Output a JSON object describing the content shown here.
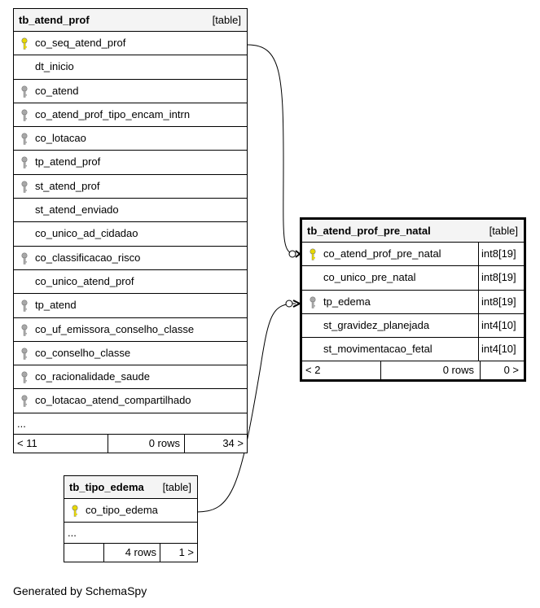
{
  "tables": {
    "tb_atend_prof": {
      "name": "tb_atend_prof",
      "kind": "[table]",
      "columns": [
        {
          "name": "co_seq_atend_prof",
          "key": "primary"
        },
        {
          "name": "dt_inicio",
          "key": "none"
        },
        {
          "name": "co_atend",
          "key": "foreign"
        },
        {
          "name": "co_atend_prof_tipo_encam_intrn",
          "key": "foreign"
        },
        {
          "name": "co_lotacao",
          "key": "foreign"
        },
        {
          "name": "tp_atend_prof",
          "key": "foreign"
        },
        {
          "name": "st_atend_prof",
          "key": "foreign"
        },
        {
          "name": "st_atend_enviado",
          "key": "none"
        },
        {
          "name": "co_unico_ad_cidadao",
          "key": "none"
        },
        {
          "name": "co_classificacao_risco",
          "key": "foreign"
        },
        {
          "name": "co_unico_atend_prof",
          "key": "none"
        },
        {
          "name": "tp_atend",
          "key": "foreign"
        },
        {
          "name": "co_uf_emissora_conselho_classe",
          "key": "foreign"
        },
        {
          "name": "co_conselho_classe",
          "key": "foreign"
        },
        {
          "name": "co_racionalidade_saude",
          "key": "foreign"
        },
        {
          "name": "co_lotacao_atend_compartilhado",
          "key": "foreign"
        }
      ],
      "ellipsis": "...",
      "footer": {
        "parents": "< 11",
        "rows": "0 rows",
        "children": "34 >"
      }
    },
    "tb_atend_prof_pre_natal": {
      "name": "tb_atend_prof_pre_natal",
      "kind": "[table]",
      "columns": [
        {
          "name": "co_atend_prof_pre_natal",
          "key": "primary",
          "type": "int8[19]"
        },
        {
          "name": "co_unico_pre_natal",
          "key": "none",
          "type": "int8[19]"
        },
        {
          "name": "tp_edema",
          "key": "foreign",
          "type": "int8[19]"
        },
        {
          "name": "st_gravidez_planejada",
          "key": "none",
          "type": "int4[10]"
        },
        {
          "name": "st_movimentacao_fetal",
          "key": "none",
          "type": "int4[10]"
        }
      ],
      "footer": {
        "parents": "< 2",
        "rows": "0 rows",
        "children": "0 >"
      }
    },
    "tb_tipo_edema": {
      "name": "tb_tipo_edema",
      "kind": "[table]",
      "columns": [
        {
          "name": "co_tipo_edema",
          "key": "primary"
        }
      ],
      "ellipsis": "...",
      "footer": {
        "parents": "",
        "rows": "4 rows",
        "children": "1 >"
      }
    }
  },
  "credit": "Generated by SchemaSpy",
  "colors": {
    "primary_key": "#e8d800",
    "foreign_key": "#a8a8a8",
    "header_bg": "#f4f4f4"
  }
}
